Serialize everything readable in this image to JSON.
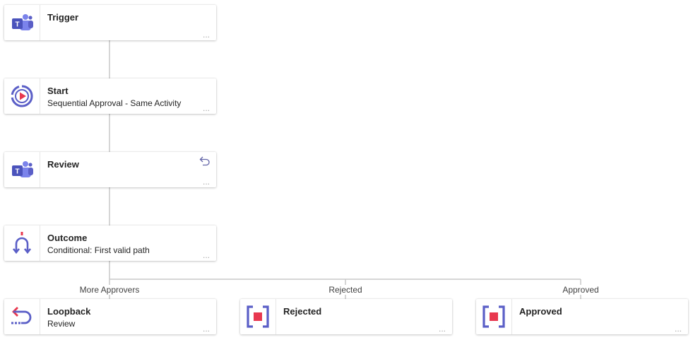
{
  "nodes": {
    "trigger": {
      "title": "Trigger",
      "subtitle": "",
      "more": "..."
    },
    "start": {
      "title": "Start",
      "subtitle": "Sequential Approval - Same Activity",
      "more": "..."
    },
    "review": {
      "title": "Review",
      "subtitle": "",
      "more": "..."
    },
    "outcome": {
      "title": "Outcome",
      "subtitle": "Conditional: First valid path",
      "more": "..."
    },
    "loopback": {
      "title": "Loopback",
      "subtitle": "Review",
      "more": "..."
    },
    "rejected": {
      "title": "Rejected",
      "subtitle": "",
      "more": "..."
    },
    "approved": {
      "title": "Approved",
      "subtitle": "",
      "more": "..."
    }
  },
  "branches": {
    "more_approvers": "More Approvers",
    "rejected": "Rejected",
    "approved": "Approved"
  },
  "icons": {
    "trigger": "teams-icon",
    "start": "start-play-icon",
    "review": "teams-icon",
    "outcome": "conditional-split-icon",
    "loopback": "loopback-icon",
    "rejected": "stop-icon",
    "approved": "stop-icon"
  },
  "colors": {
    "teams_purple": "#5b5fc7",
    "accent_red": "#e8384f",
    "connector": "#c8c8c8"
  }
}
